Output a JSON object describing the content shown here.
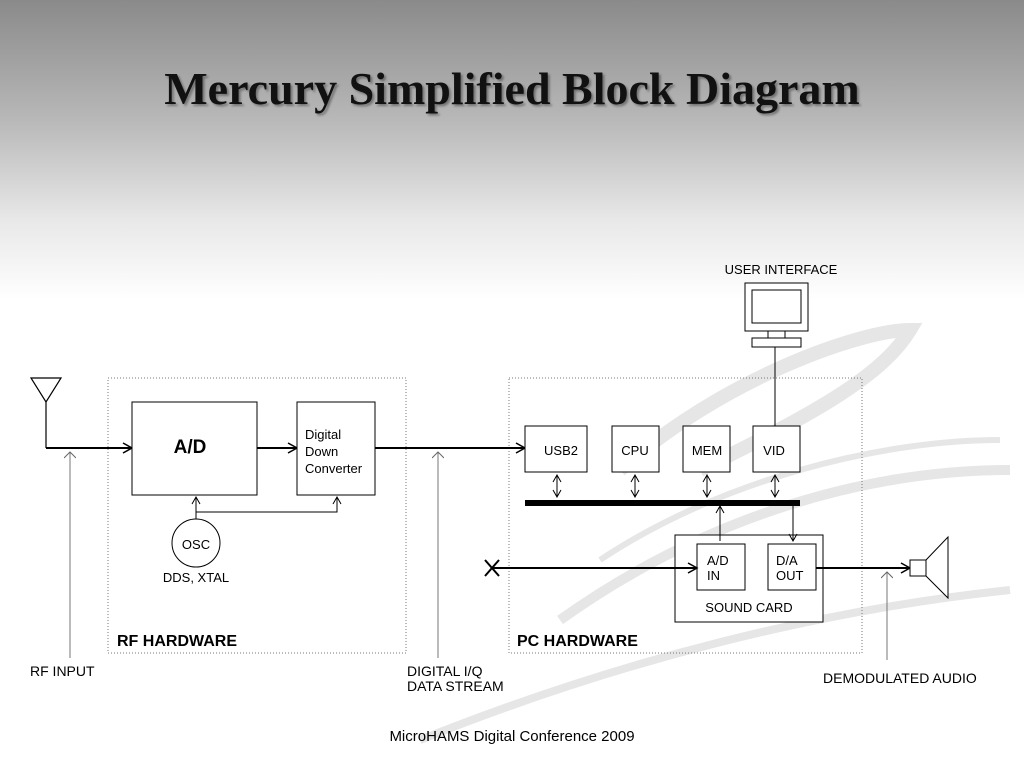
{
  "title": "Mercury Simplified Block Diagram",
  "footer": "MicroHAMS Digital Conference 2009",
  "diagram": {
    "ad": "A/D",
    "ddc": [
      "Digital",
      "Down",
      "Converter"
    ],
    "osc": "OSC",
    "osc_note": "DDS, XTAL",
    "rf_hardware": "RF HARDWARE",
    "pc_hardware": "PC HARDWARE",
    "usb2": "USB2",
    "cpu": "CPU",
    "mem": "MEM",
    "vid": "VID",
    "user_interface": "USER INTERFACE",
    "ad_in": [
      "A/D",
      "IN"
    ],
    "da_out": [
      "D/A",
      "OUT"
    ],
    "sound_card": "SOUND CARD",
    "rf_input": "RF INPUT",
    "digital_iq": [
      "DIGITAL I/Q",
      "DATA STREAM"
    ],
    "demod_audio": "DEMODULATED AUDIO"
  }
}
